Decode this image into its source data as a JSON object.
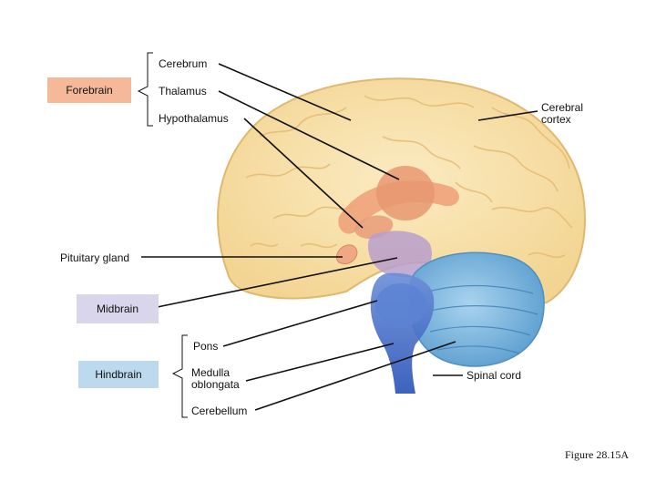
{
  "groups": {
    "forebrain": {
      "label": "Forebrain",
      "color": "#F5B99A",
      "members": [
        "Cerebrum",
        "Thalamus",
        "Hypothalamus"
      ]
    },
    "midbrain": {
      "label": "Midbrain",
      "color": "#D9D5EA"
    },
    "hindbrain": {
      "label": "Hindbrain",
      "color": "#BCD9EE",
      "members": [
        "Pons",
        "Medulla oblongata",
        "Cerebellum"
      ]
    }
  },
  "labels": {
    "cerebrum": "Cerebrum",
    "thalamus": "Thalamus",
    "hypothalamus": "Hypothalamus",
    "cerebral_cortex_1": "Cerebral",
    "cerebral_cortex_2": "cortex",
    "pituitary_gland": "Pituitary gland",
    "pons": "Pons",
    "medulla_1": "Medulla",
    "medulla_2": "oblongata",
    "spinal_cord": "Spinal cord",
    "cerebellum": "Cerebellum"
  },
  "caption": "Figure 28.15A",
  "colors": {
    "cerebrum_fill": "#F7E0A8",
    "cerebrum_outline": "#E0B870",
    "thalamus": "#E89870",
    "brainstem": "#3D6FC8",
    "cerebellum": "#7FB8E0",
    "leader": "#111111"
  }
}
